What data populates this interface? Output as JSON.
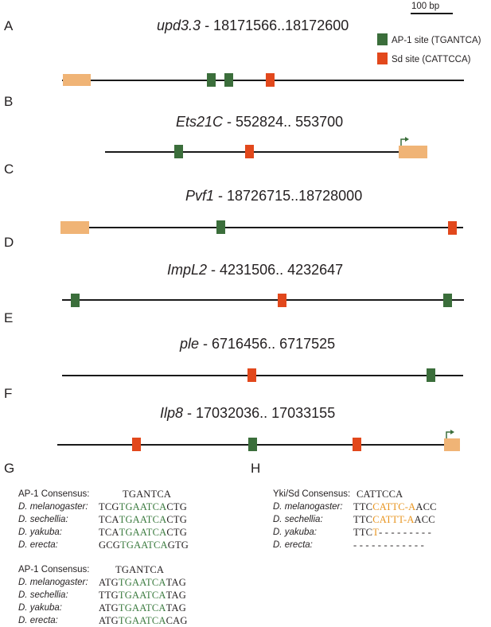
{
  "colors": {
    "ap1": "#3b6e3b",
    "sd": "#e2481c",
    "exon": "#f0b476",
    "line": "#1a1a1a",
    "arrow": "#3b6e3b",
    "seq_green": "#3a7a3e",
    "seq_orange": "#e8941e"
  },
  "scale_bar": {
    "label": "100 bp"
  },
  "legend": [
    {
      "label": "AP-1 site (TGANTCA)",
      "type": "ap1"
    },
    {
      "label": "Sd site (CATTCCA)",
      "type": "sd"
    }
  ],
  "genes": [
    {
      "letter": "A",
      "name": "upd3.3",
      "coords": " - 18171566..18172600",
      "exon": true,
      "tss_arrow": false,
      "sites": [
        {
          "type": "ap1"
        },
        {
          "type": "ap1"
        },
        {
          "type": "sd"
        }
      ]
    },
    {
      "letter": "B",
      "name": "Ets21C",
      "coords": " - 552824.. 553700",
      "exon": true,
      "tss_arrow": true,
      "sites": [
        {
          "type": "ap1"
        },
        {
          "type": "sd"
        }
      ]
    },
    {
      "letter": "C",
      "name": "Pvf1",
      "coords": " - 18726715..18728000",
      "exon": true,
      "tss_arrow": false,
      "sites": [
        {
          "type": "ap1"
        },
        {
          "type": "sd"
        }
      ]
    },
    {
      "letter": "D",
      "name": "ImpL2",
      "coords": " - 4231506.. 4232647",
      "exon": false,
      "tss_arrow": false,
      "sites": [
        {
          "type": "ap1"
        },
        {
          "type": "sd"
        },
        {
          "type": "ap1"
        }
      ]
    },
    {
      "letter": "E",
      "name": "ple",
      "coords": " - 6716456.. 6717525",
      "exon": false,
      "tss_arrow": false,
      "sites": [
        {
          "type": "sd"
        },
        {
          "type": "ap1"
        }
      ]
    },
    {
      "letter": "F",
      "name": "Ilp8",
      "coords": " - 17032036.. 17033155",
      "exon": true,
      "tss_arrow": true,
      "sites": [
        {
          "type": "sd"
        },
        {
          "type": "ap1"
        },
        {
          "type": "sd"
        }
      ]
    }
  ],
  "panel_G": {
    "letter": "G",
    "blocks": [
      {
        "consensus_label": "AP-1 Consensus:",
        "consensus_seq": "TGANTCA",
        "rows": [
          {
            "species": "D. melanogaster:",
            "pre": "TCG",
            "motif": "TGAATCA",
            "post": "CTG"
          },
          {
            "species": "D. sechellia:",
            "pre": "TCA",
            "motif": "TGAATCA",
            "post": "CTG"
          },
          {
            "species": "D. yakuba:",
            "pre": "TCA",
            "motif": "TGAATCA",
            "post": "CTG"
          },
          {
            "species": "D. erecta:",
            "pre": "GCG",
            "motif": "TGAATCA",
            "post": "GTG"
          }
        ]
      },
      {
        "consensus_label": "AP-1 Consensus:",
        "consensus_seq": "TGANTCA",
        "rows": [
          {
            "species": "D. melanogaster:",
            "pre": "ATG",
            "motif": "TGAATCA",
            "post": "TAG"
          },
          {
            "species": "D. sechellia:",
            "pre": "TTG",
            "motif": "TGAATCA",
            "post": "TAG"
          },
          {
            "species": "D. yakuba:",
            "pre": "ATG",
            "motif": "TGAATCA",
            "post": "TAG"
          },
          {
            "species": "D. erecta:",
            "pre": "ATG",
            "motif": "TGAATCA",
            "post": "CAG"
          }
        ]
      }
    ]
  },
  "panel_H": {
    "letter": "H",
    "consensus_label": "Yki/Sd Consensus:",
    "consensus_seq": "CATTCCA",
    "rows": [
      {
        "species": "D. melanogaster:",
        "pre": "TTC",
        "motif": "CATTC-A",
        "post": "ACC"
      },
      {
        "species": "D. sechellia:",
        "pre": "TTC",
        "motif": "CATTT-A",
        "post": "ACC"
      },
      {
        "species": "D. yakuba:",
        "pre": "TTC",
        "motif": "T",
        "post": "- - - - - - - - -"
      },
      {
        "species": "D. erecta:",
        "pre": "",
        "motif": "",
        "post": "- - - - - - - - - - - -"
      }
    ]
  }
}
